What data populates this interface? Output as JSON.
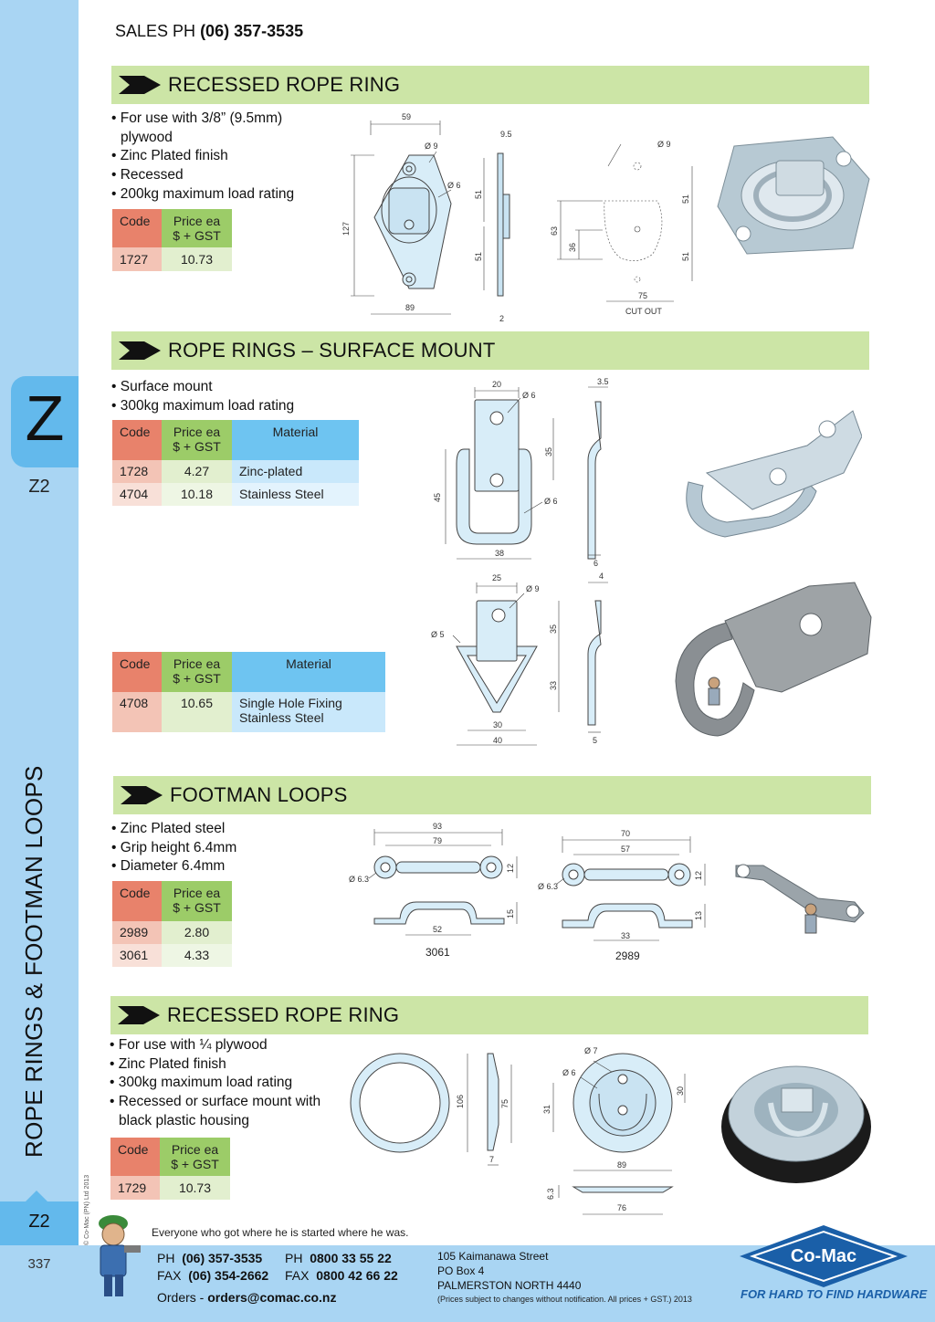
{
  "header": {
    "sales_label": "SALES PH",
    "sales_phone": "(06) 357-3535"
  },
  "sidebar": {
    "letter": "Z",
    "code": "Z2",
    "vertical_title": "ROPE RINGS & FOOTMAN LOOPS",
    "code_bottom": "Z2",
    "page_number": "337",
    "copyright": "© Co-Mac (PN) Ltd 2013"
  },
  "sections": {
    "recessed1": {
      "title": "RECESSED ROPE RING",
      "bullets": [
        "For use with 3/8” (9.5mm) plywood",
        "Zinc Plated finish",
        "Recessed",
        "200kg maximum load rating"
      ],
      "table": {
        "code_h": "Code",
        "price_h1": "Price ea",
        "price_h2": "$ + GST",
        "rows": [
          {
            "code": "1727",
            "price": "10.73"
          }
        ]
      },
      "dims": {
        "w59": "59",
        "d9": "Ø 9",
        "d6": "Ø 6",
        "h127": "127",
        "w89": "89",
        "t95": "9.5",
        "h51a": "51",
        "h51b": "51",
        "t2": "2",
        "c_d9": "Ø 9",
        "c63": "63",
        "c36": "36",
        "c51a": "51",
        "c51b": "51",
        "c75": "75",
        "cutout": "CUT OUT"
      }
    },
    "surface": {
      "title": "ROPE RINGS – SURFACE MOUNT",
      "bullets": [
        "Surface mount",
        "300kg maximum load rating"
      ],
      "table1": {
        "code_h": "Code",
        "price_h1": "Price ea",
        "price_h2": "$ + GST",
        "mat_h": "Material",
        "rows": [
          {
            "code": "1728",
            "price": "4.27",
            "material": "Zinc-plated"
          },
          {
            "code": "4704",
            "price": "10.18",
            "material": "Stainless Steel"
          }
        ]
      },
      "table2": {
        "code_h": "Code",
        "price_h1": "Price ea",
        "price_h2": "$ + GST",
        "mat_h": "Material",
        "rows": [
          {
            "code": "4708",
            "price": "10.65",
            "material1": "Single Hole Fixing",
            "material2": "Stainless Steel"
          }
        ]
      },
      "dims_a": {
        "w20": "20",
        "d6a": "Ø 6",
        "h35": "35",
        "h45": "45",
        "d6b": "Ø 6",
        "w38": "38",
        "t35": "3.5",
        "t6": "6"
      },
      "dims_b": {
        "w25": "25",
        "d9": "Ø 9",
        "d5": "Ø 5",
        "h35": "35",
        "h33": "33",
        "w30": "30",
        "w40": "40",
        "t4": "4",
        "t5": "5"
      }
    },
    "footman": {
      "title": "FOOTMAN LOOPS",
      "bullets": [
        "Zinc Plated steel",
        "Grip height 6.4mm",
        "Diameter 6.4mm"
      ],
      "table": {
        "code_h": "Code",
        "price_h1": "Price ea",
        "price_h2": "$ + GST",
        "rows": [
          {
            "code": "2989",
            "price": "2.80"
          },
          {
            "code": "3061",
            "price": "4.33"
          }
        ]
      },
      "dims_a": {
        "w93": "93",
        "w79": "79",
        "d63": "Ø 6.3",
        "h12": "12",
        "h15": "15",
        "w52": "52",
        "label": "3061"
      },
      "dims_b": {
        "w70": "70",
        "w57": "57",
        "d63": "Ø 6.3",
        "h12": "12",
        "h13": "13",
        "w33": "33",
        "label": "2989"
      }
    },
    "recessed2": {
      "title": "RECESSED ROPE RING",
      "bullets": [
        "For use with ¼ plywood",
        "Zinc Plated finish",
        "300kg maximum load rating",
        "Recessed or surface mount with black plastic housing"
      ],
      "table": {
        "code_h": "Code",
        "price_h1": "Price ea",
        "price_h2": "$ + GST",
        "rows": [
          {
            "code": "1729",
            "price": "10.73"
          }
        ]
      },
      "dims": {
        "h106": "106",
        "h75": "75",
        "t7": "7",
        "d7": "Ø 7",
        "d6": "Ø 6",
        "h30": "30",
        "h31": "31",
        "w89": "89",
        "t63": "6.3",
        "w76": "76"
      }
    }
  },
  "footer": {
    "quote": "Everyone who got where he is started where he was.",
    "ph_label": "PH",
    "ph": "(06) 357-3535",
    "fax_label": "FAX",
    "fax": "(06) 354-2662",
    "ph2_label": "PH",
    "ph2": "0800 33 55 22",
    "fax2_label": "FAX",
    "fax2": "0800 42 66 22",
    "orders_label": "Orders -",
    "orders_email": "orders@comac.co.nz",
    "address1": "105 Kaimanawa Street",
    "address2": "PO Box 4",
    "address3": "PALMERSTON NORTH 4440",
    "note": "(Prices subject to changes without notification.  All prices + GST.)  2013",
    "logo_text": "Co-Mac",
    "tagline": "FOR HARD TO FIND HARDWARE"
  },
  "colors": {
    "sidebar": "#a9d5f3",
    "tab": "#63b9ec",
    "band": "#cce5a6",
    "code_header": "#e8826b",
    "price_header": "#9ccc68",
    "material_header": "#6ec4f1",
    "brand_blue": "#1a5fa8"
  }
}
